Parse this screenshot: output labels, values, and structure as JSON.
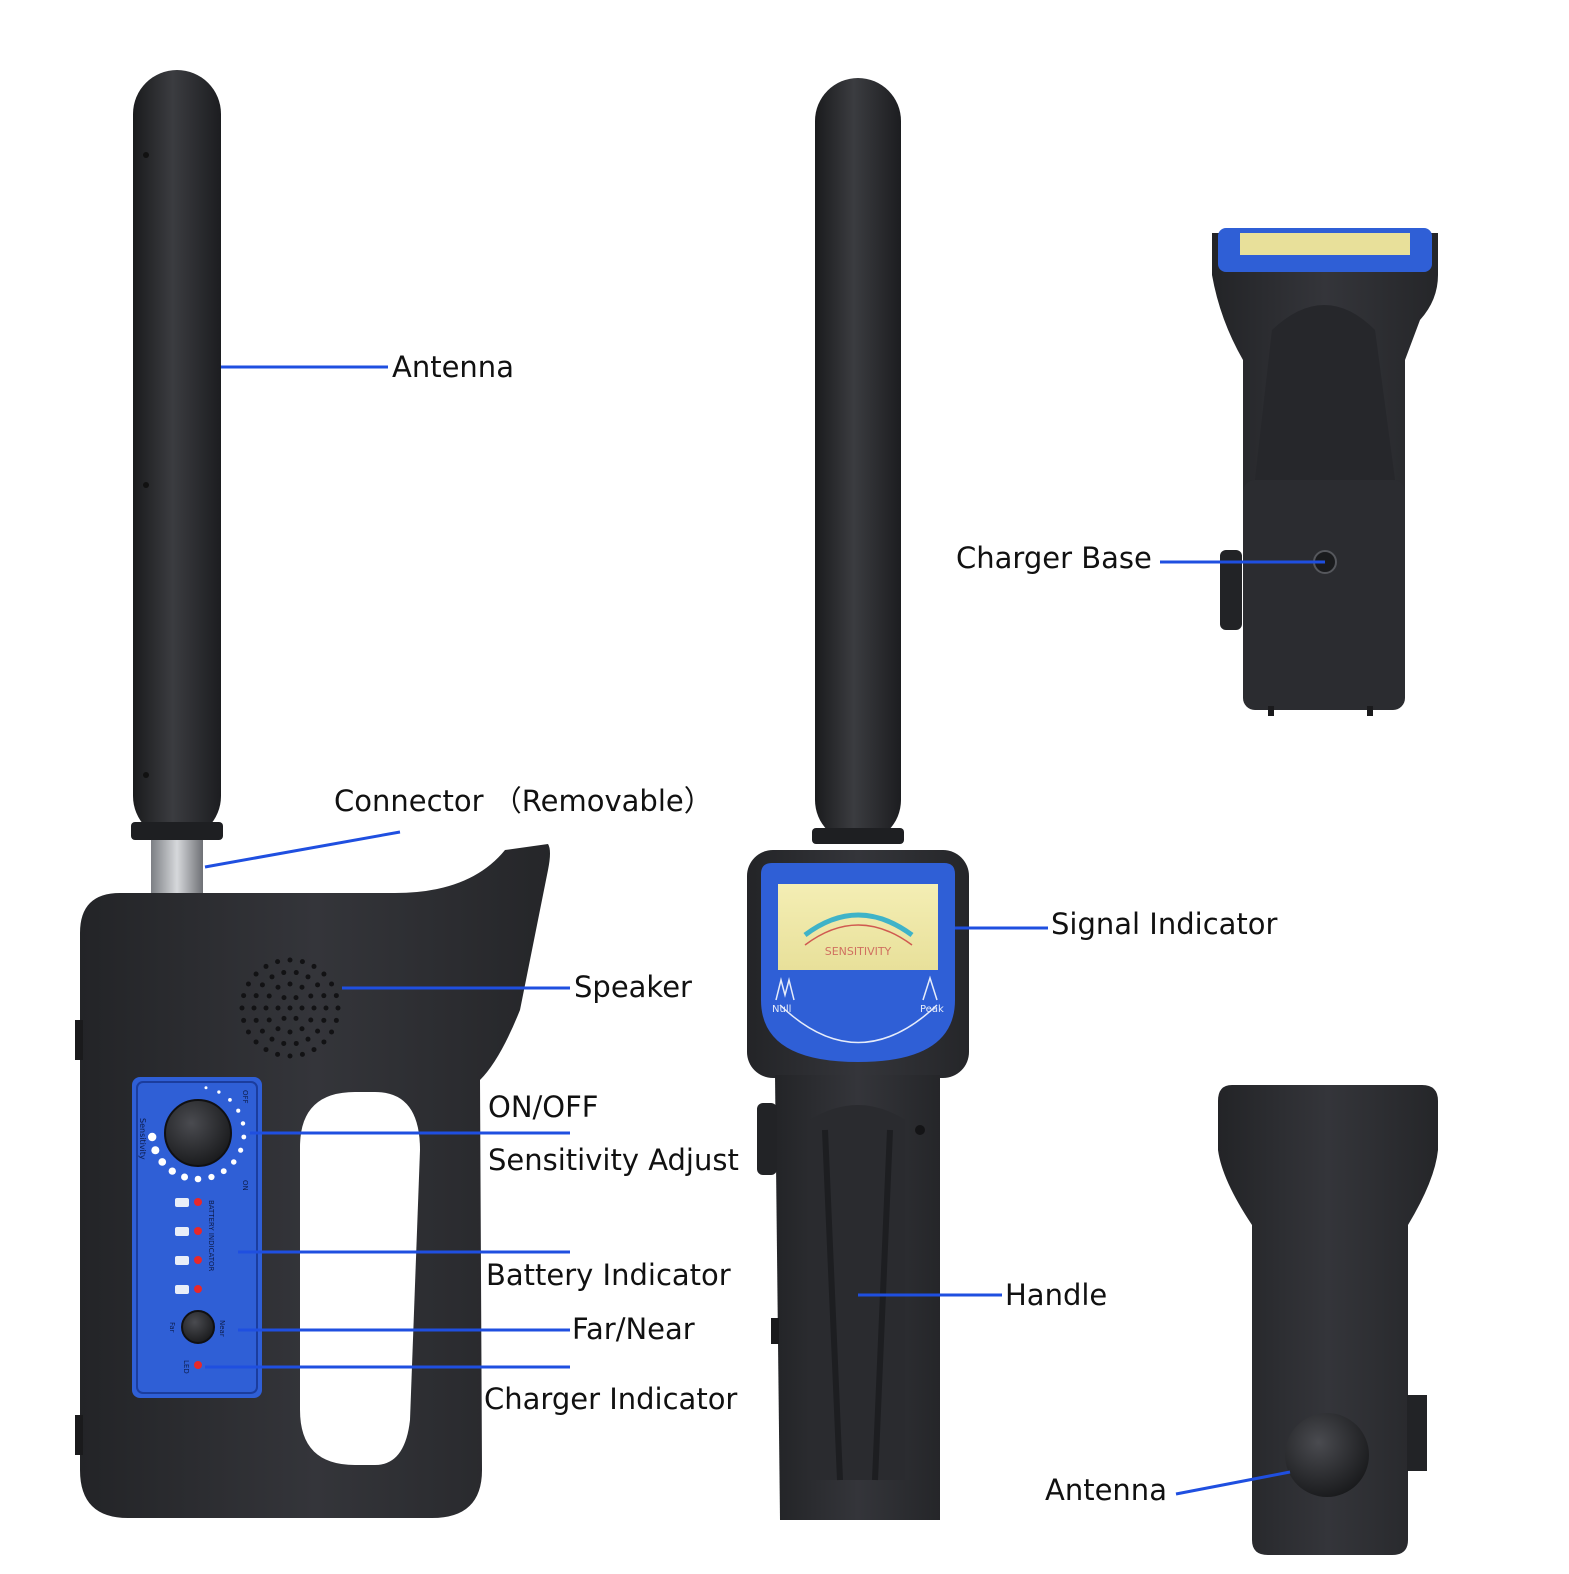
{
  "labels": {
    "antenna_left": "Antenna",
    "connector": "Connector （Removable）",
    "speaker": "Speaker",
    "on_off": "ON/OFF",
    "sensitivity_adjust": "Sensitivity Adjust",
    "battery_indicator": "Battery Indicator",
    "far_near": "Far/Near",
    "charger_indicator": "Charger Indicator",
    "signal_indicator": "Signal Indicator",
    "handle": "Handle",
    "charger_base": "Charger Base",
    "antenna_right": "Antenna"
  },
  "panel_text": {
    "off": "OFF",
    "on": "ON",
    "sensitivity": "Sensitivity",
    "battery_indicator": "BATTERY INDICATOR",
    "far": "Far",
    "near": "Near",
    "led": "LED"
  },
  "meter_text": {
    "sensitivity": "SENSITIVITY",
    "null": "Null",
    "peak": "Peak"
  },
  "colors": {
    "leader": "#1f4fe0",
    "panel": "#2f5fd6",
    "body": "#2c2d30",
    "meter_face": "#f1ebb0",
    "led_red": "#e8282a"
  }
}
